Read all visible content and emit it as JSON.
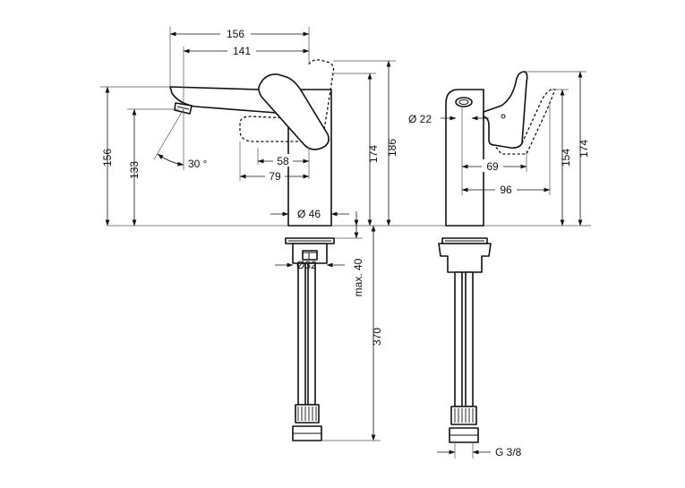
{
  "front_view": {
    "dims": {
      "width_156": "156",
      "width_141": "141",
      "height_156": "156",
      "height_133": "133",
      "angle_30": "30 °",
      "lever_58": "58",
      "lever_79": "79",
      "body_dia_46": "Ø 46",
      "height_174": "174",
      "height_186": "186",
      "thread_dia_32": "Ø32",
      "max_40": "max. 40",
      "hose_370": "370"
    }
  },
  "side_view": {
    "dims": {
      "aerator_dia_22": "Ø 22",
      "depth_69": "69",
      "depth_96": "96",
      "height_154": "154",
      "height_174": "174",
      "thread_g38": "G 3/8"
    }
  }
}
